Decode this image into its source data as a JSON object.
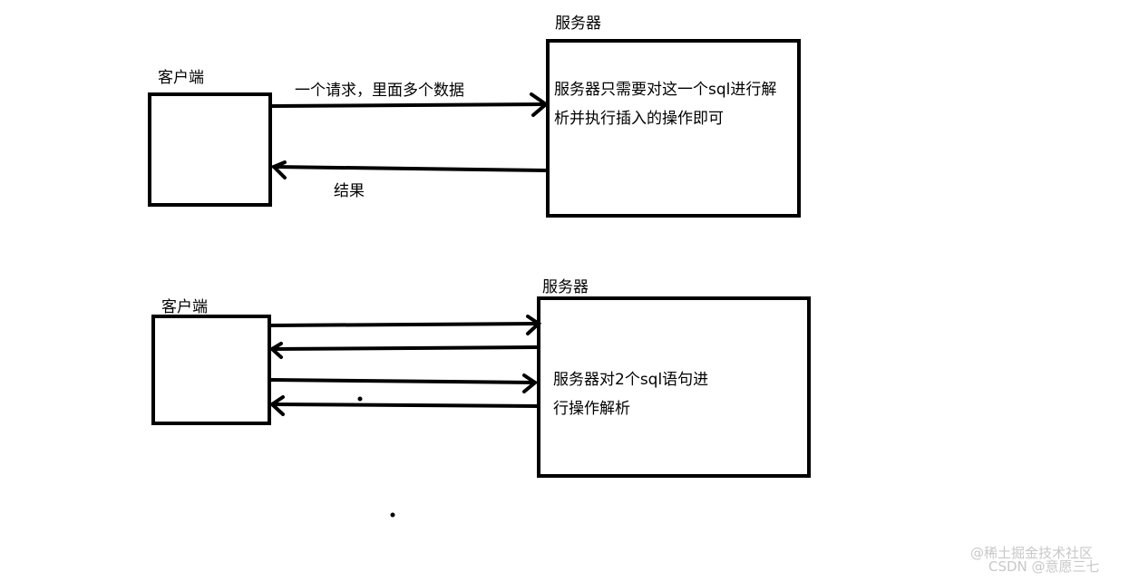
{
  "top": {
    "client_label": "客户端",
    "server_label": "服务器",
    "request_label": "一个请求，里面多个数据",
    "result_label": "结果",
    "server_text_line1": "服务器只需要对这一个sql进行解",
    "server_text_line2": "析并执行插入的操作即可"
  },
  "bottom": {
    "client_label": "客户端",
    "server_label": "服务器",
    "server_text_line1": "服务器对2个sql语句进",
    "server_text_line2": "行操作解析"
  },
  "watermark": {
    "line1": "@稀土掘金技术社区",
    "line2": "CSDN @意愿三七"
  }
}
